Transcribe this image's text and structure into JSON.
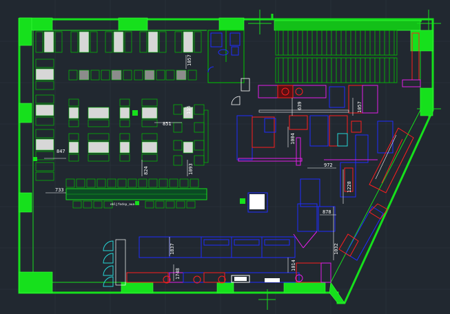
{
  "drawing": {
    "background": "#212830",
    "colors": {
      "wall": "#16e01c",
      "wall_light": "#3dff3d",
      "furniture": "#00c800",
      "table": "#d7d7d7",
      "blue": "#1f2cff",
      "red": "#ff1e1e",
      "magenta": "#e31ee8",
      "cyan": "#26d6d6",
      "white": "#ffffff",
      "grid": "#2f3742"
    },
    "dimensions": {
      "d1057a": "1057",
      "d1057b": "1057",
      "d116": "116",
      "d851": "851",
      "d847": "847",
      "d824": "824",
      "d1093": "1093",
      "d733": "733",
      "d639": "639",
      "d1004": "1004",
      "d972": "972",
      "d1228": "1228",
      "d878": "878",
      "d1837": "1837",
      "d1014": "1014",
      "d1748": "1748",
      "d1032": "1032"
    },
    "counter_text": "ebljfodsp_aua"
  }
}
